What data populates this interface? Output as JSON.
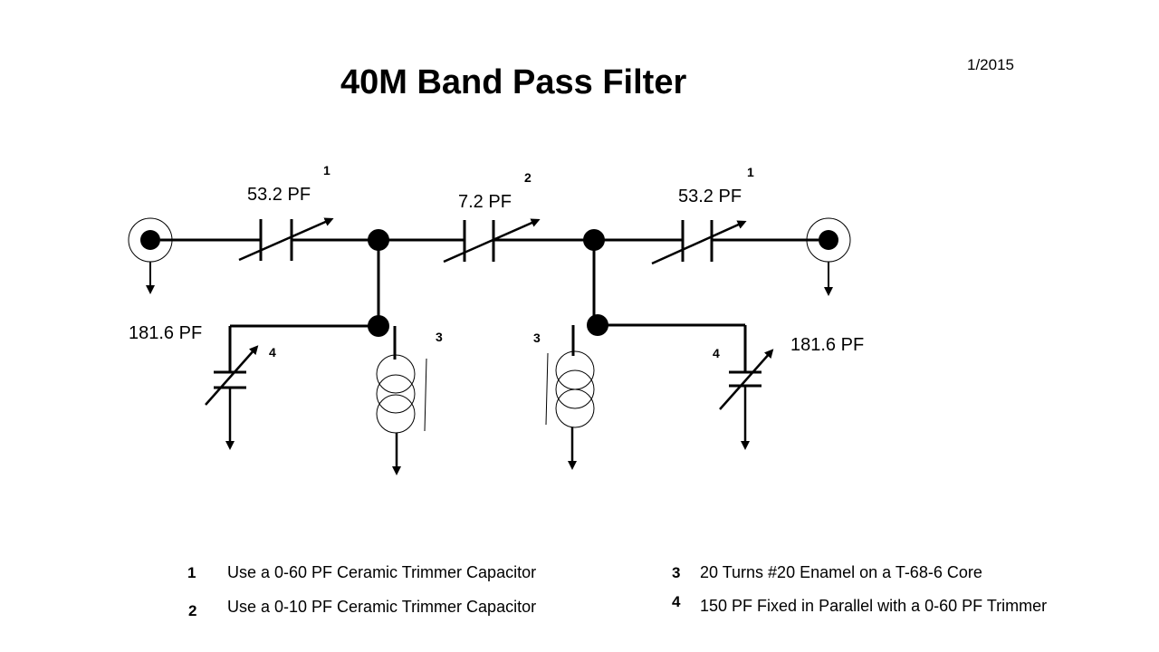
{
  "title": "40M Band Pass Filter",
  "date": "1/2015",
  "components": {
    "c_series_left": {
      "value": "53.2 PF",
      "ref": "1"
    },
    "c_series_mid": {
      "value": "7.2 PF",
      "ref": "2"
    },
    "c_series_right": {
      "value": "53.2 PF",
      "ref": "1"
    },
    "c_shunt_left": {
      "value": "181.6 PF",
      "ref": "4"
    },
    "c_shunt_right": {
      "value": "181.6 PF",
      "ref": "4"
    },
    "l_left": {
      "ref": "3"
    },
    "l_right": {
      "ref": "3"
    }
  },
  "legend": [
    {
      "num": "1",
      "text": "Use a 0-60 PF Ceramic Trimmer Capacitor"
    },
    {
      "num": "2",
      "text": "Use a 0-10 PF Ceramic Trimmer Capacitor"
    },
    {
      "num": "3",
      "text": "20 Turns  #20 Enamel on a T-68-6 Core"
    },
    {
      "num": "4",
      "text": "150 PF Fixed in Parallel with a 0-60 PF Trimmer"
    }
  ]
}
